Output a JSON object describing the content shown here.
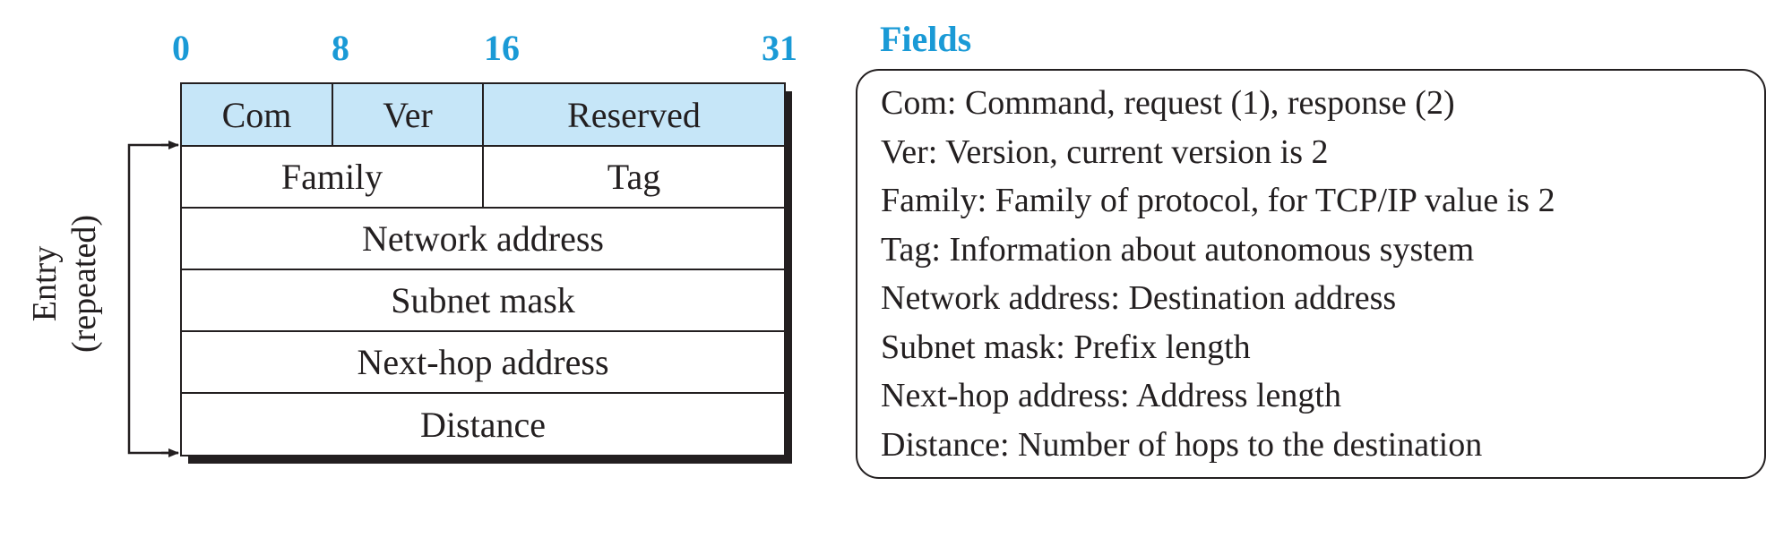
{
  "colors": {
    "accent": "#1a9ad6",
    "header_fill": "#c6e6f8",
    "line": "#231f20"
  },
  "bit_positions": [
    "0",
    "8",
    "16",
    "31"
  ],
  "packet": {
    "header": {
      "com": "Com",
      "ver": "Ver",
      "reserved": "Reserved"
    },
    "family": "Family",
    "tag": "Tag",
    "network_address": "Network address",
    "subnet_mask": "Subnet mask",
    "next_hop": "Next-hop address",
    "distance": "Distance"
  },
  "entry_label": {
    "line1": "Entry",
    "line2": "(repeated)"
  },
  "fields": {
    "title": "Fields",
    "lines": [
      "Com: Command, request (1), response (2)",
      "Ver: Version, current version is 2",
      "Family:  Family of protocol, for TCP/IP value is 2",
      "Tag: Information about autonomous system",
      "Network address: Destination address",
      "Subnet mask: Prefix length",
      "Next-hop address: Address length",
      "Distance: Number of hops to the destination"
    ]
  }
}
